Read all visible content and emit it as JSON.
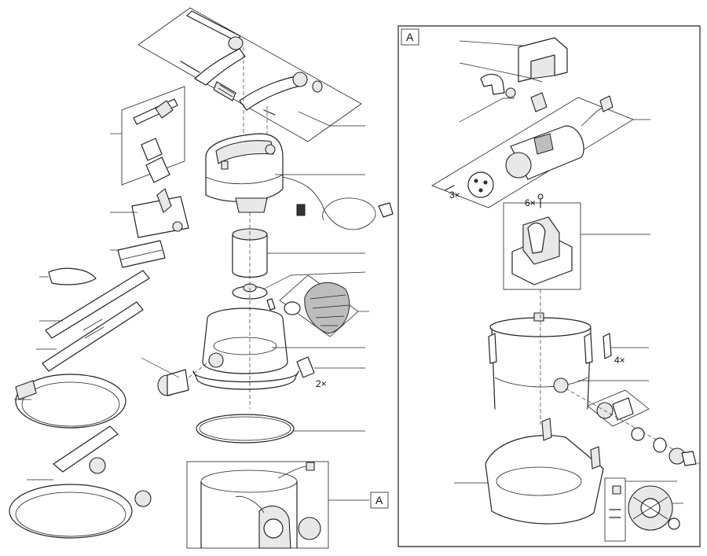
{
  "labels": {
    "frame_a_tag": "A",
    "callout_a_tag": "A",
    "qty_2x": "2×",
    "qty_3x": "3×",
    "qty_6x": "6×",
    "qty_4x": "4×"
  }
}
